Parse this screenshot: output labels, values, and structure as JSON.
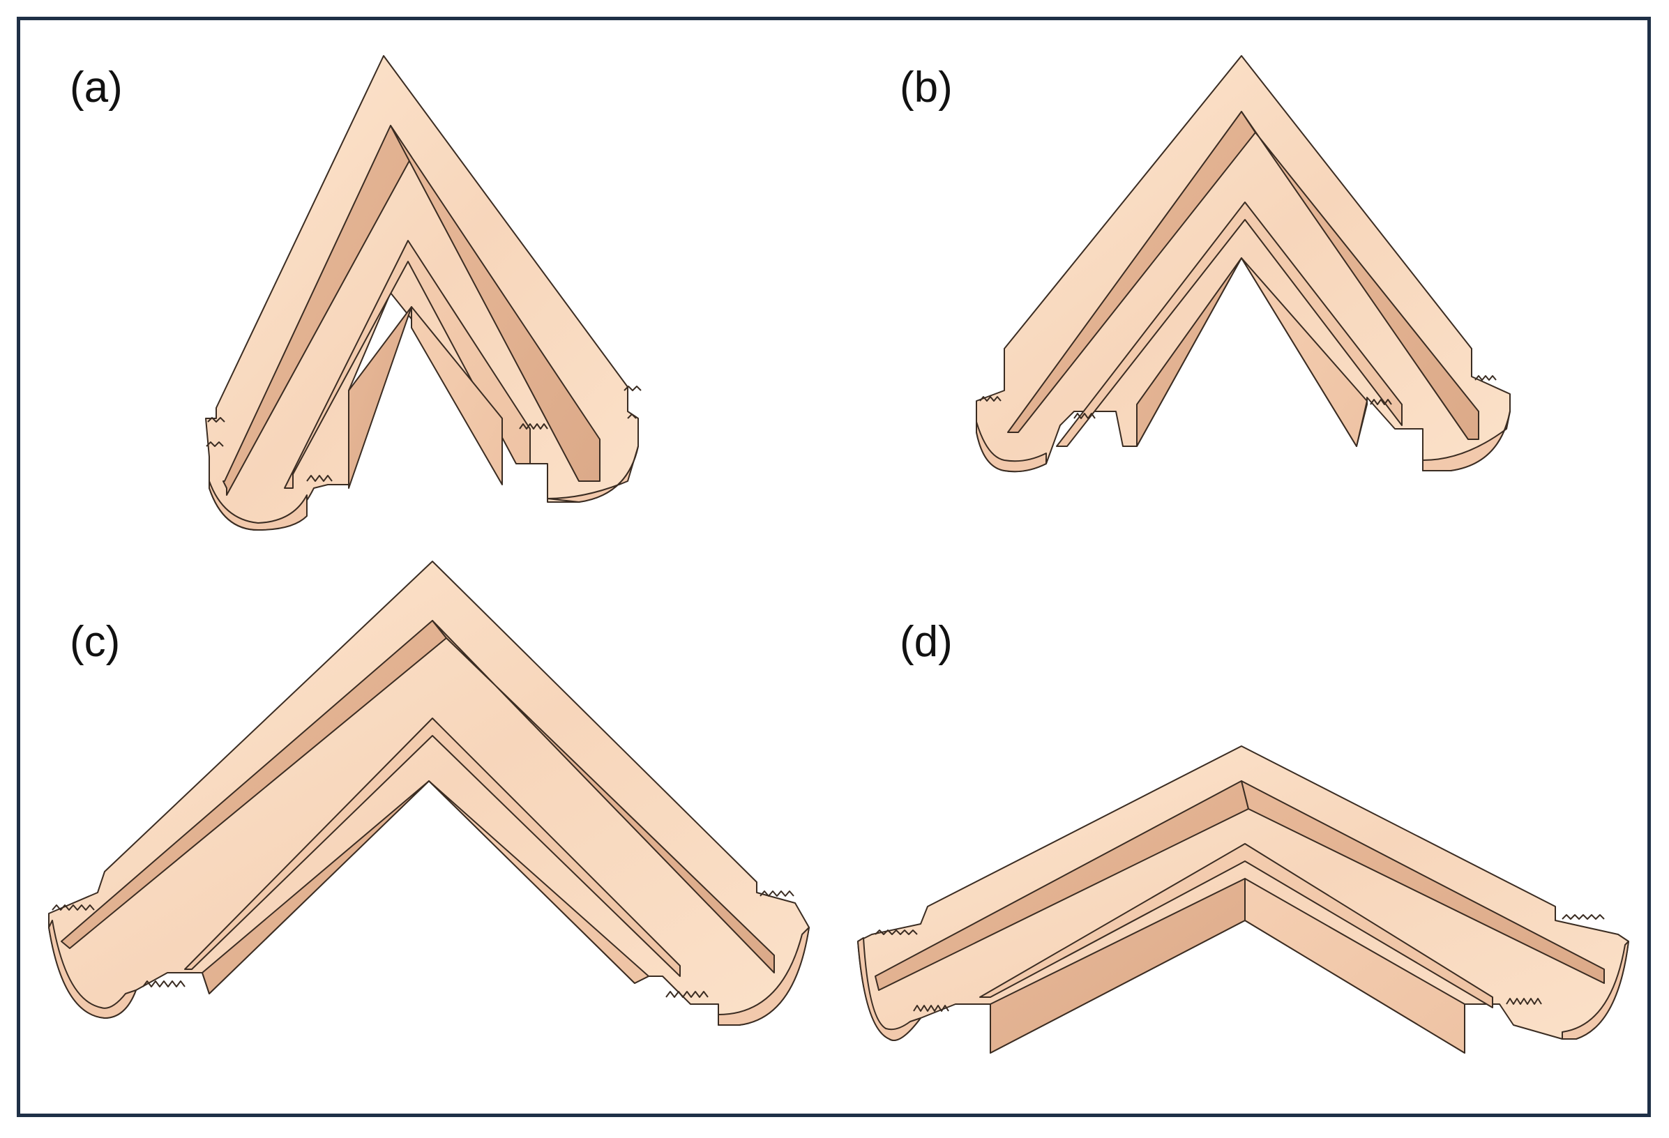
{
  "panels": [
    {
      "id": "a",
      "label": "(a)"
    },
    {
      "id": "b",
      "label": "(b)"
    },
    {
      "id": "c",
      "label": "(c)"
    },
    {
      "id": "d",
      "label": "(d)"
    }
  ],
  "colors": {
    "frame": "#1f3047",
    "face_light": "#fbe1c9",
    "face_mid": "#f3cdb0",
    "face_dark": "#e5b596",
    "outline": "#3a2c22"
  }
}
